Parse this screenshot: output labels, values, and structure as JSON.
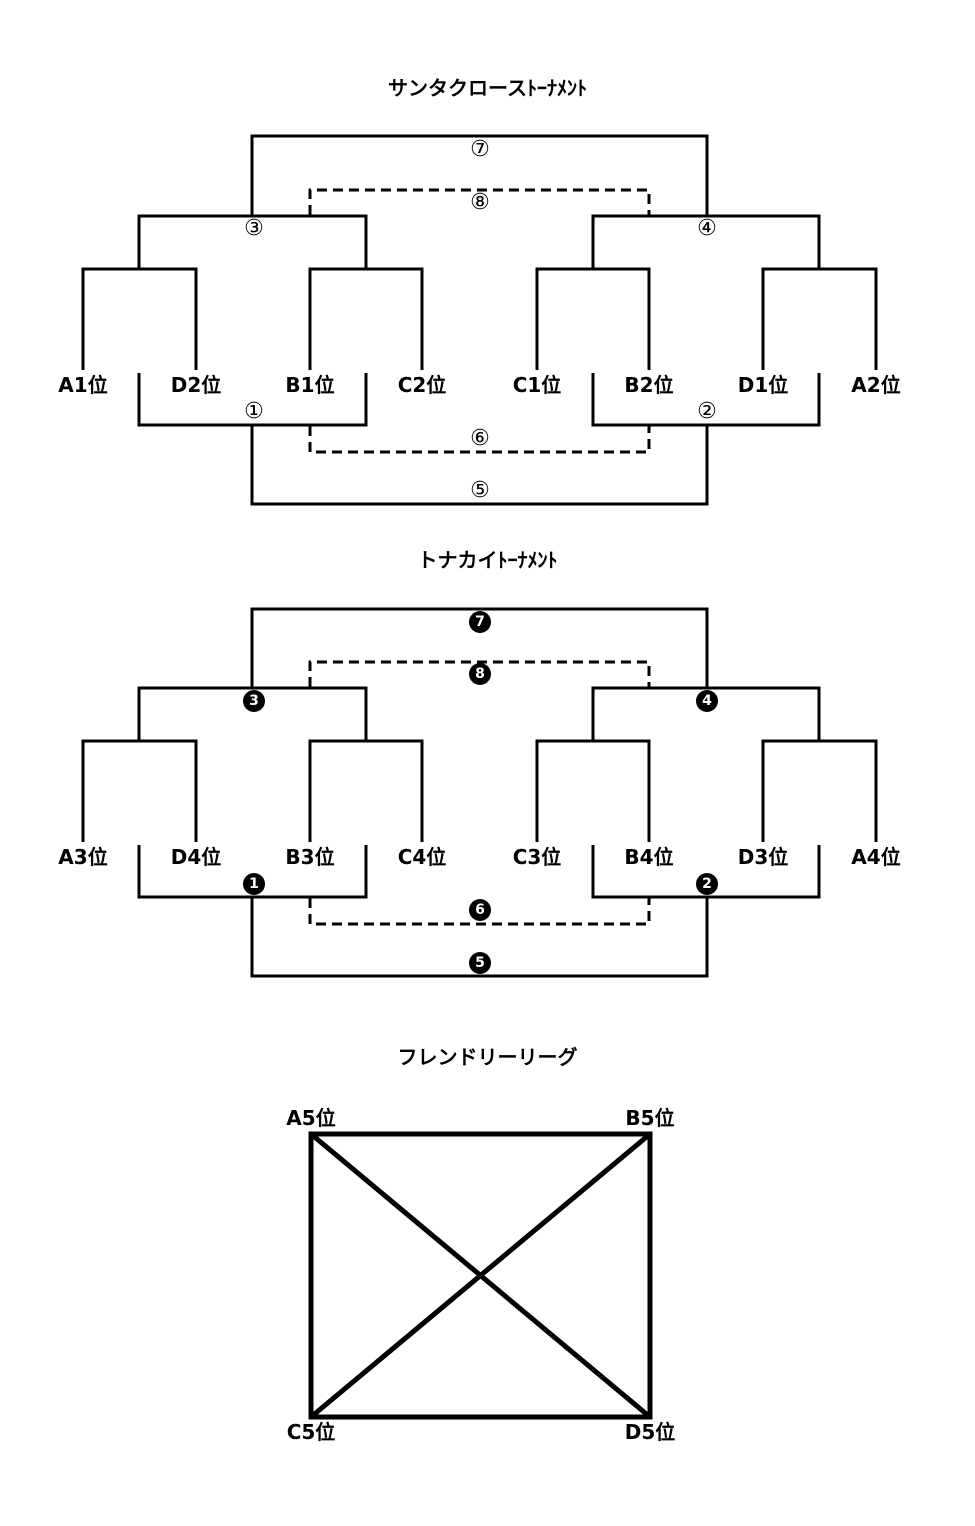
{
  "santa": {
    "title": "サンタクロースﾄｰﾅﾒﾝﾄ",
    "seats": [
      "A1位",
      "D2位",
      "B1位",
      "C2位",
      "C1位",
      "B2位",
      "D1位",
      "A2位"
    ],
    "matches": [
      "①",
      "②",
      "③",
      "④",
      "⑤",
      "⑥",
      "⑦",
      "⑧"
    ]
  },
  "tonakai": {
    "title": "トナカイﾄｰﾅﾒﾝﾄ",
    "seats": [
      "A3位",
      "D4位",
      "B3位",
      "C4位",
      "C3位",
      "B4位",
      "D3位",
      "A4位"
    ],
    "matches": [
      "1",
      "2",
      "3",
      "4",
      "5",
      "6",
      "7",
      "8"
    ]
  },
  "friendly": {
    "title": "フレンドリーリーグ",
    "seats": [
      "A5位",
      "B5位",
      "C5位",
      "D5位"
    ]
  }
}
